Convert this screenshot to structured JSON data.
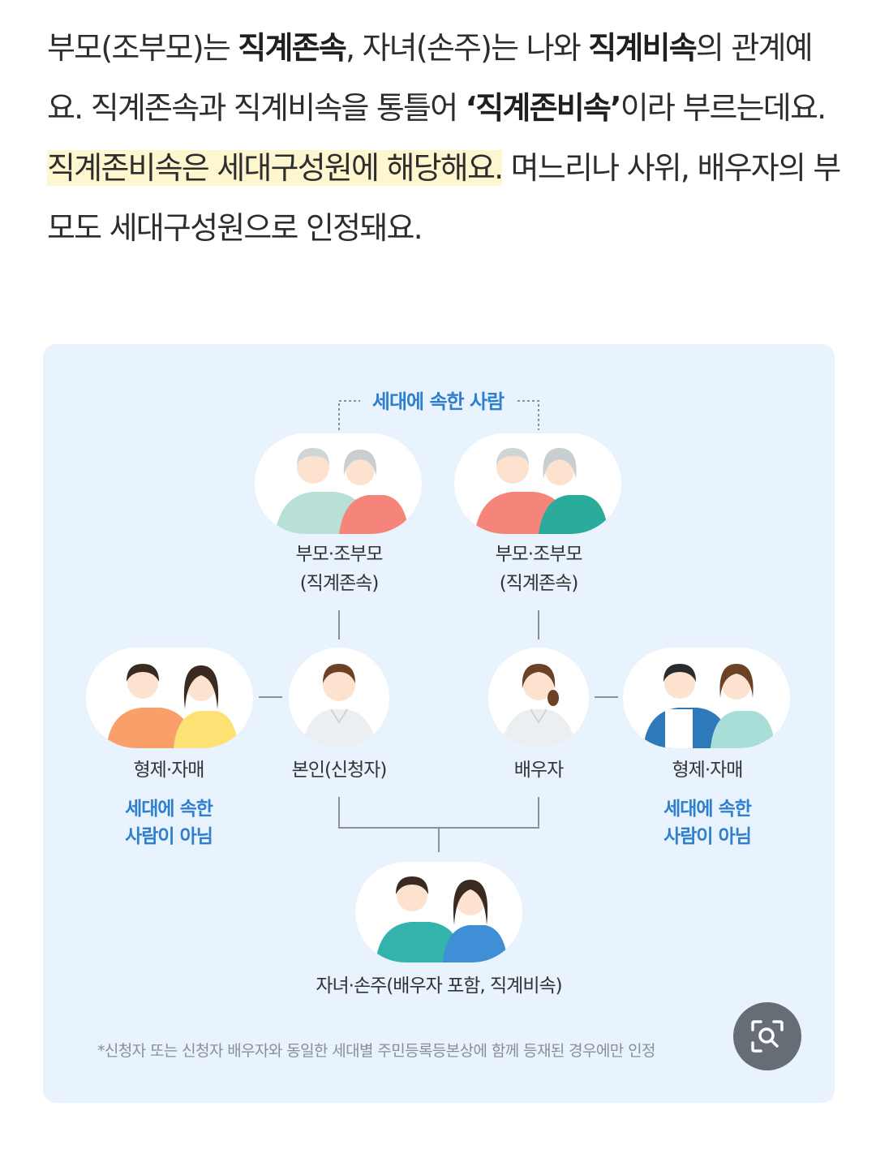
{
  "article": {
    "p1_a": "부모(조부모)는 ",
    "p1_b": "직계존속",
    "p1_c": ", 자녀(손주)는 나와 ",
    "p1_d": "직계비속",
    "p1_e": "의 관계예요. 직계존속과 직계비속을 통틀어 ",
    "p1_f": "‘직계존비속’",
    "p1_g": "이라 부르는데요. ",
    "p1_h": "직계존비속은 세대구성원에 해당해요.",
    "p1_i": " 며느리나 사위, 배우자의 부모도 세대구성원으로 인정돼요."
  },
  "diagram": {
    "top_label": "세대에 속한 사람",
    "parents_left": {
      "line1": "부모·조부모",
      "line2": "(직계존속)"
    },
    "parents_right": {
      "line1": "부모·조부모",
      "line2": "(직계존속)"
    },
    "siblings_left": {
      "title": "형제·자매",
      "note1": "세대에 속한",
      "note2": "사람이 아님"
    },
    "self": {
      "title": "본인(신청자)"
    },
    "spouse": {
      "title": "배우자"
    },
    "siblings_right": {
      "title": "형제·자매",
      "note1": "세대에 속한",
      "note2": "사람이 아님"
    },
    "children": {
      "title": "자녀·손주(배우자 포함, 직계비속)"
    },
    "footnote": "*신청자 또는 신청자 배우자와 동일한 세대별 주민등록등본상에 함께 등재된 경우에만 인정"
  },
  "colors": {
    "card_bg": "#e8f3fd",
    "highlight": "#fdf6cf",
    "blue_text": "#2f7fcf",
    "line": "#8a9198"
  },
  "icons": {
    "zoom": "lens-search-icon"
  }
}
